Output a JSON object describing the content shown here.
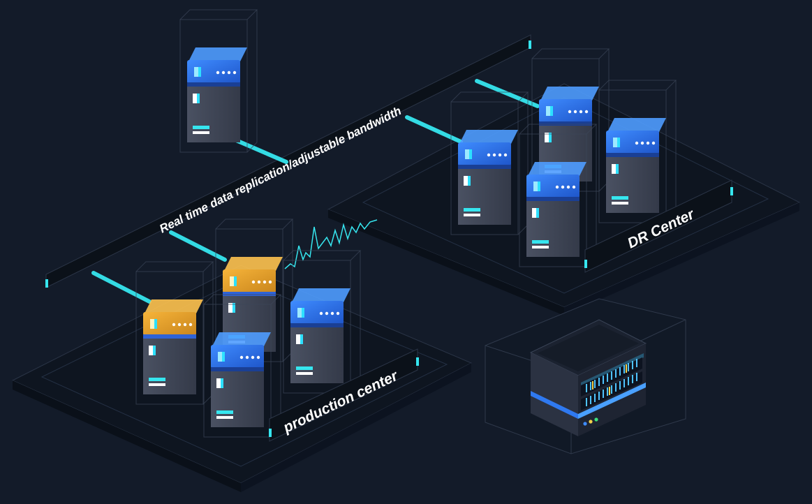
{
  "labels": {
    "replication": "Real time data replication/adjustable bandwidth",
    "dr_center": "DR Center",
    "production_center": "production center"
  },
  "colors": {
    "background": "#131b29",
    "platform_top": "#0f1622",
    "accent_cyan": "#36e6ef",
    "server_blue": "#2f79f0",
    "server_orange": "#e8a32a",
    "server_body": "#3a4150",
    "label_text": "#ffffff"
  },
  "icons": {
    "server_unit": "server-icon",
    "storage_array": "storage-rack-icon",
    "traffic_waveform": "waveform-icon"
  }
}
